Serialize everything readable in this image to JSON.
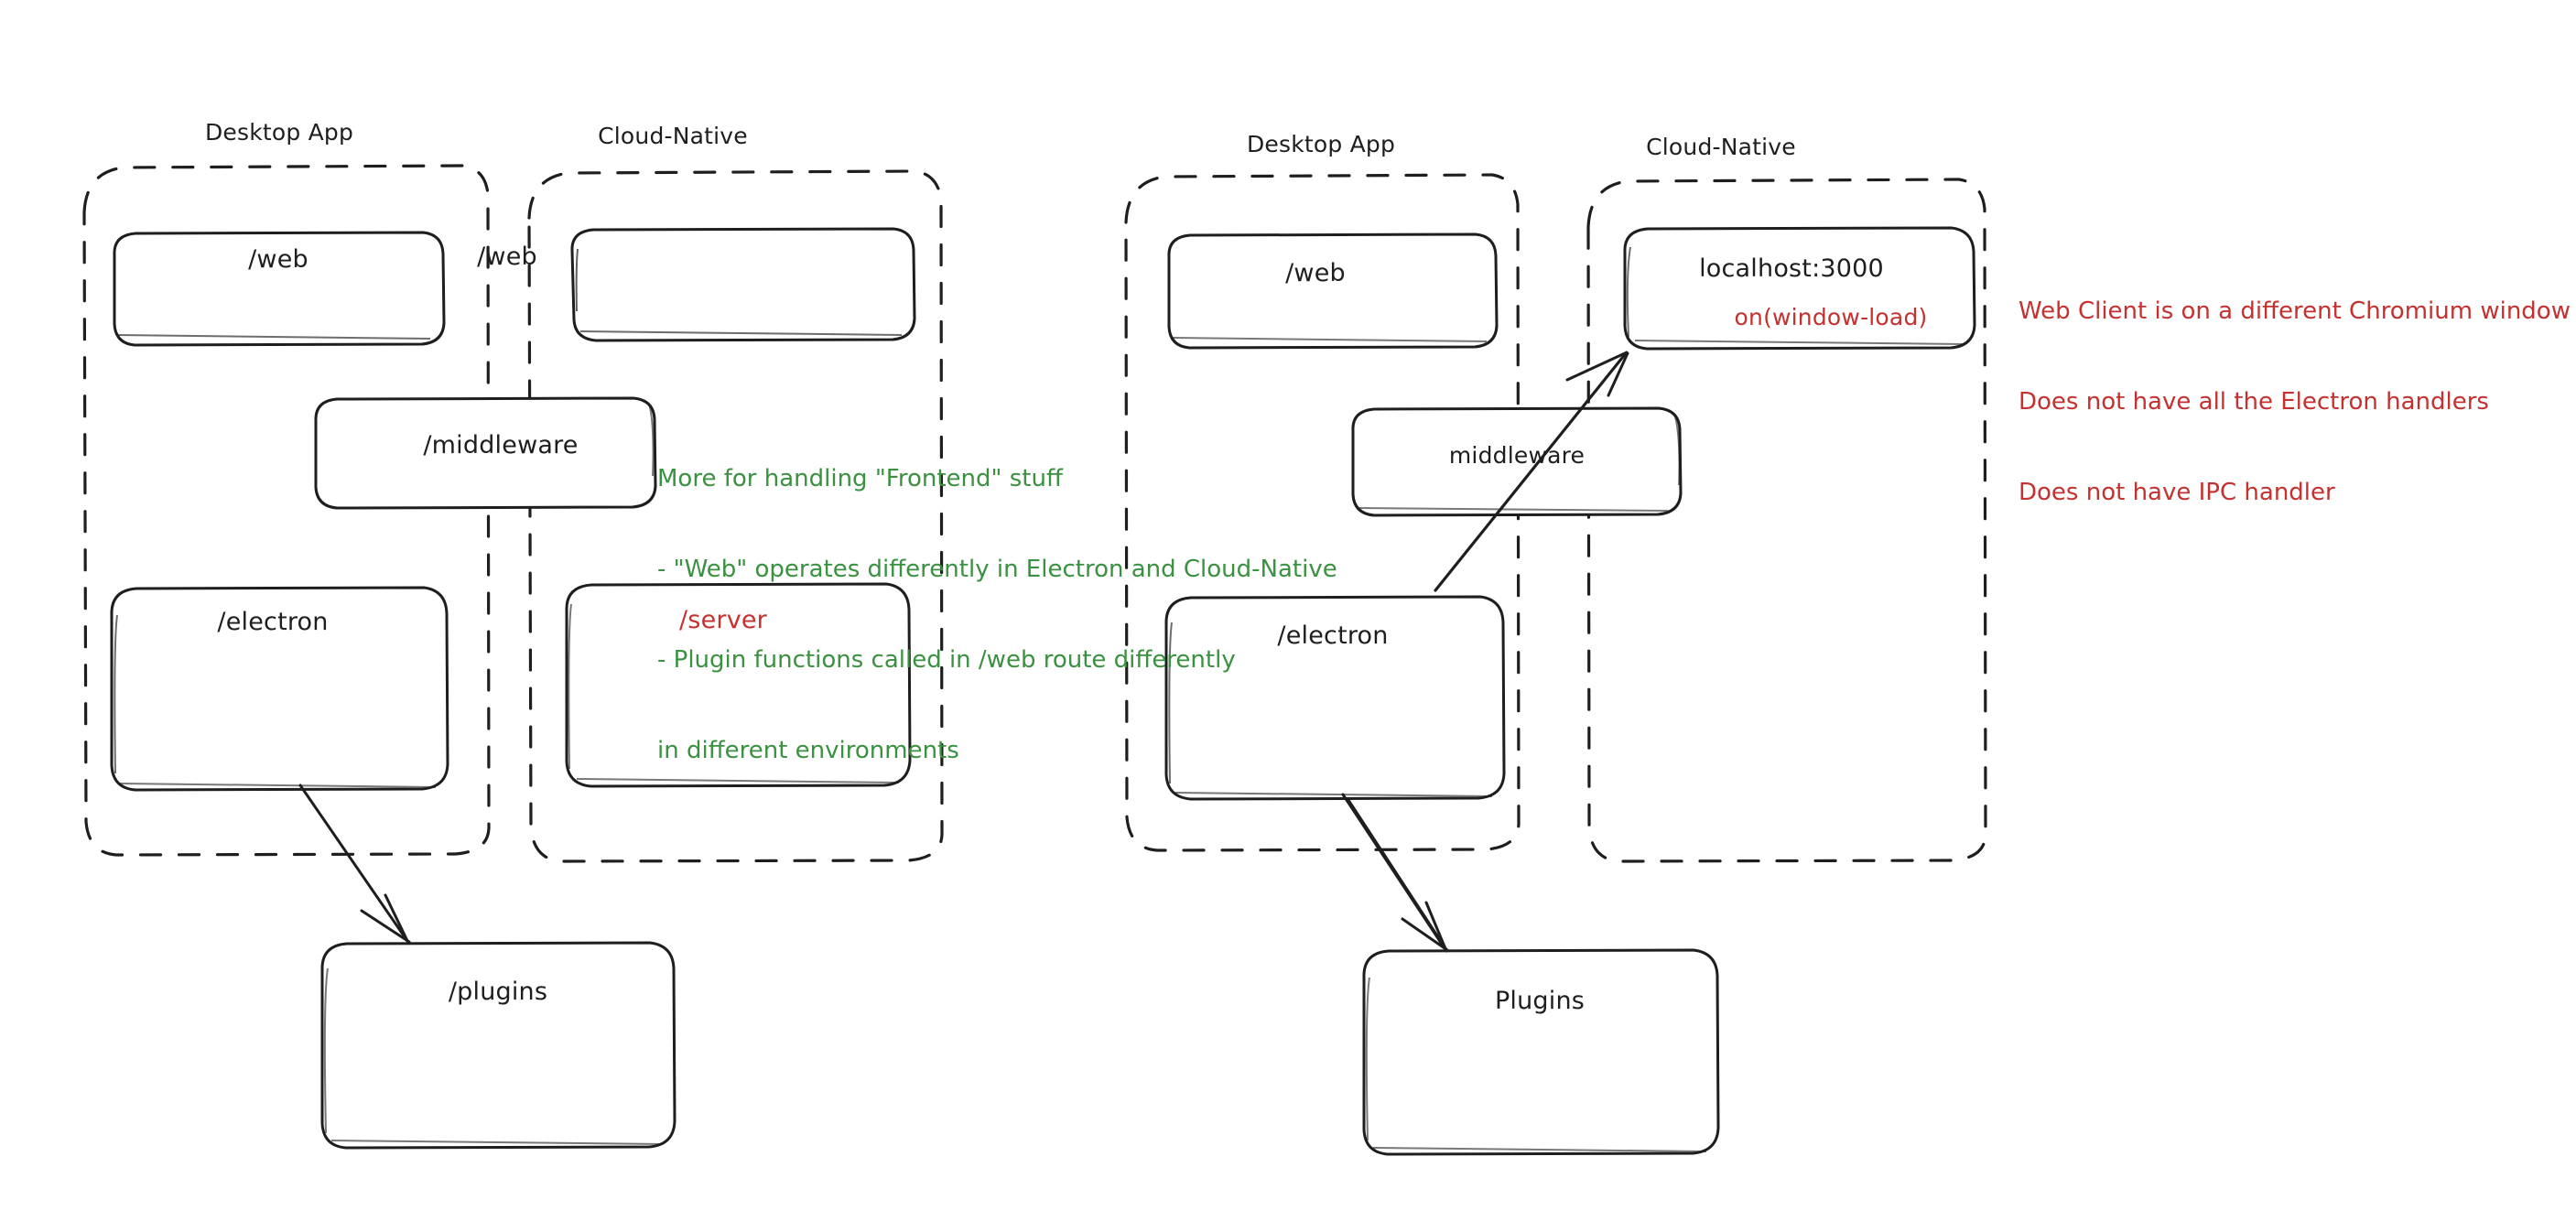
{
  "diagram": {
    "title_style": "hand-drawn-excalidraw",
    "colors": {
      "stroke": "#1e1e1e",
      "green": "#3a9140",
      "red": "#c4312f",
      "background": "#ffffff"
    },
    "panels": [
      {
        "id": "left",
        "groups": [
          {
            "id": "left-desktop-app",
            "title": "Desktop App",
            "boxes": [
              {
                "id": "left-web",
                "label": "/web",
                "color": "black"
              },
              {
                "id": "left-middleware",
                "label": "/middleware",
                "color": "black"
              },
              {
                "id": "left-electron",
                "label": "/electron",
                "color": "black"
              }
            ]
          },
          {
            "id": "left-cloud-native",
            "title": "Cloud-Native",
            "boxes": [
              {
                "id": "left-cn-web",
                "label": "/web",
                "color": "black"
              },
              {
                "id": "left-cn-server",
                "label": "/server",
                "color": "red"
              }
            ]
          }
        ],
        "outside_boxes": [
          {
            "id": "left-plugins",
            "label": "/plugins",
            "color": "black"
          }
        ],
        "notes": [
          {
            "id": "left-green-note",
            "color": "green",
            "lines": [
              "More for handling \"Frontend\" stuff",
              "- \"Web\" operates differently in Electron and Cloud-Native",
              "- Plugin functions called in /web route differently",
              "in different environments"
            ]
          }
        ],
        "arrows": [
          {
            "id": "left-electron-to-plugins",
            "from": "left-electron",
            "to": "left-plugins"
          }
        ]
      },
      {
        "id": "right",
        "groups": [
          {
            "id": "right-desktop-app",
            "title": "Desktop App",
            "boxes": [
              {
                "id": "right-web",
                "label": "/web",
                "color": "black"
              },
              {
                "id": "right-middleware",
                "label": "middleware",
                "color": "black"
              },
              {
                "id": "right-electron",
                "label": "/electron",
                "color": "black"
              }
            ]
          },
          {
            "id": "right-cloud-native",
            "title": "Cloud-Native",
            "boxes": [
              {
                "id": "right-localhost",
                "label": "localhost:3000",
                "color": "black",
                "sublabel": "on(window-load)",
                "sublabel_color": "red"
              }
            ]
          }
        ],
        "outside_boxes": [
          {
            "id": "right-plugins",
            "label": "Plugins",
            "color": "black"
          }
        ],
        "notes": [
          {
            "id": "right-red-note",
            "color": "red",
            "lines": [
              "Web Client is on a different Chromium window",
              "Does not have all the Electron handlers",
              "Does not have IPC handler"
            ]
          }
        ],
        "arrows": [
          {
            "id": "right-electron-to-localhost",
            "from": "right-electron",
            "to": "right-localhost"
          },
          {
            "id": "right-electron-to-plugins",
            "from": "right-electron",
            "to": "right-plugins"
          }
        ]
      }
    ]
  }
}
